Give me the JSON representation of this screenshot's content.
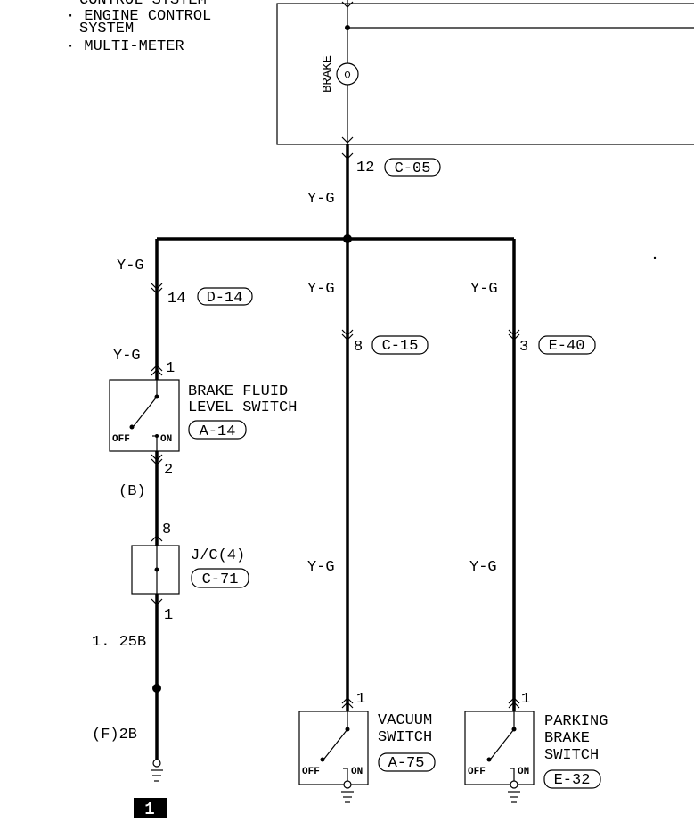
{
  "notes": [
    "CONTROL SYSTEM",
    "· ENGINE CONTROL",
    "SYSTEM",
    "· MULTI-METER"
  ],
  "meter": {
    "label": "BRAKE"
  },
  "top_connector": {
    "pin": "12",
    "id": "C-05"
  },
  "wires": {
    "main": "Y-G",
    "left_upper": "Y-G",
    "left_pin": "Y-G",
    "mid_upper": "Y-G",
    "right_upper": "Y-G",
    "mid_lower": "Y-G",
    "right_lower": "Y-G",
    "b": "(B)",
    "w125": "1. 25B",
    "f2b": "(F)2B"
  },
  "connectors": {
    "d14": {
      "pin": "14",
      "id": "D-14"
    },
    "c15": {
      "pin": "8",
      "id": "C-15"
    },
    "e40": {
      "pin": "3",
      "id": "E-40"
    }
  },
  "brake_fluid": {
    "line1": "BRAKE FLUID",
    "line2": "LEVEL SWITCH",
    "id": "A-14",
    "pin_in": "1",
    "pin_out": "2",
    "off": "OFF",
    "on": "ON"
  },
  "jc": {
    "label": "J/C(4)",
    "id": "C-71",
    "pin_in": "8",
    "pin_out": "1"
  },
  "vacuum": {
    "line1": "VACUUM",
    "line2": "SWITCH",
    "id": "A-75",
    "pin": "1",
    "off": "OFF",
    "on": "ON"
  },
  "parking": {
    "line1": "PARKING",
    "line2": "BRAKE",
    "line3": "SWITCH",
    "id": "E-32",
    "pin": "1",
    "off": "OFF",
    "on": "ON"
  },
  "ground_ref": "1"
}
